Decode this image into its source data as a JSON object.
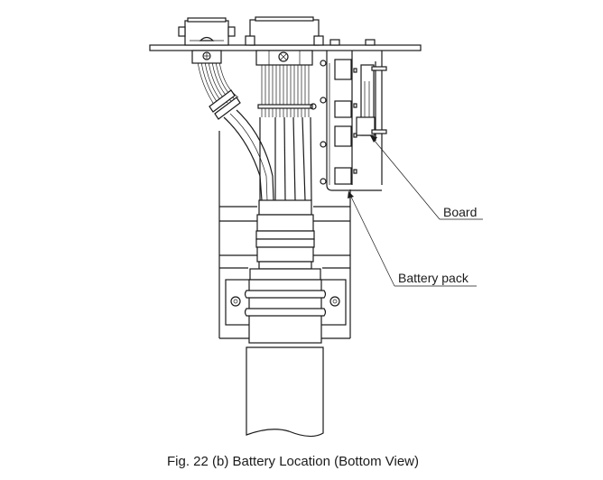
{
  "figure": {
    "caption": "Fig. 22 (b)  Battery Location (Bottom View)",
    "labels": {
      "board": "Board",
      "battery_pack": "Battery pack"
    }
  }
}
